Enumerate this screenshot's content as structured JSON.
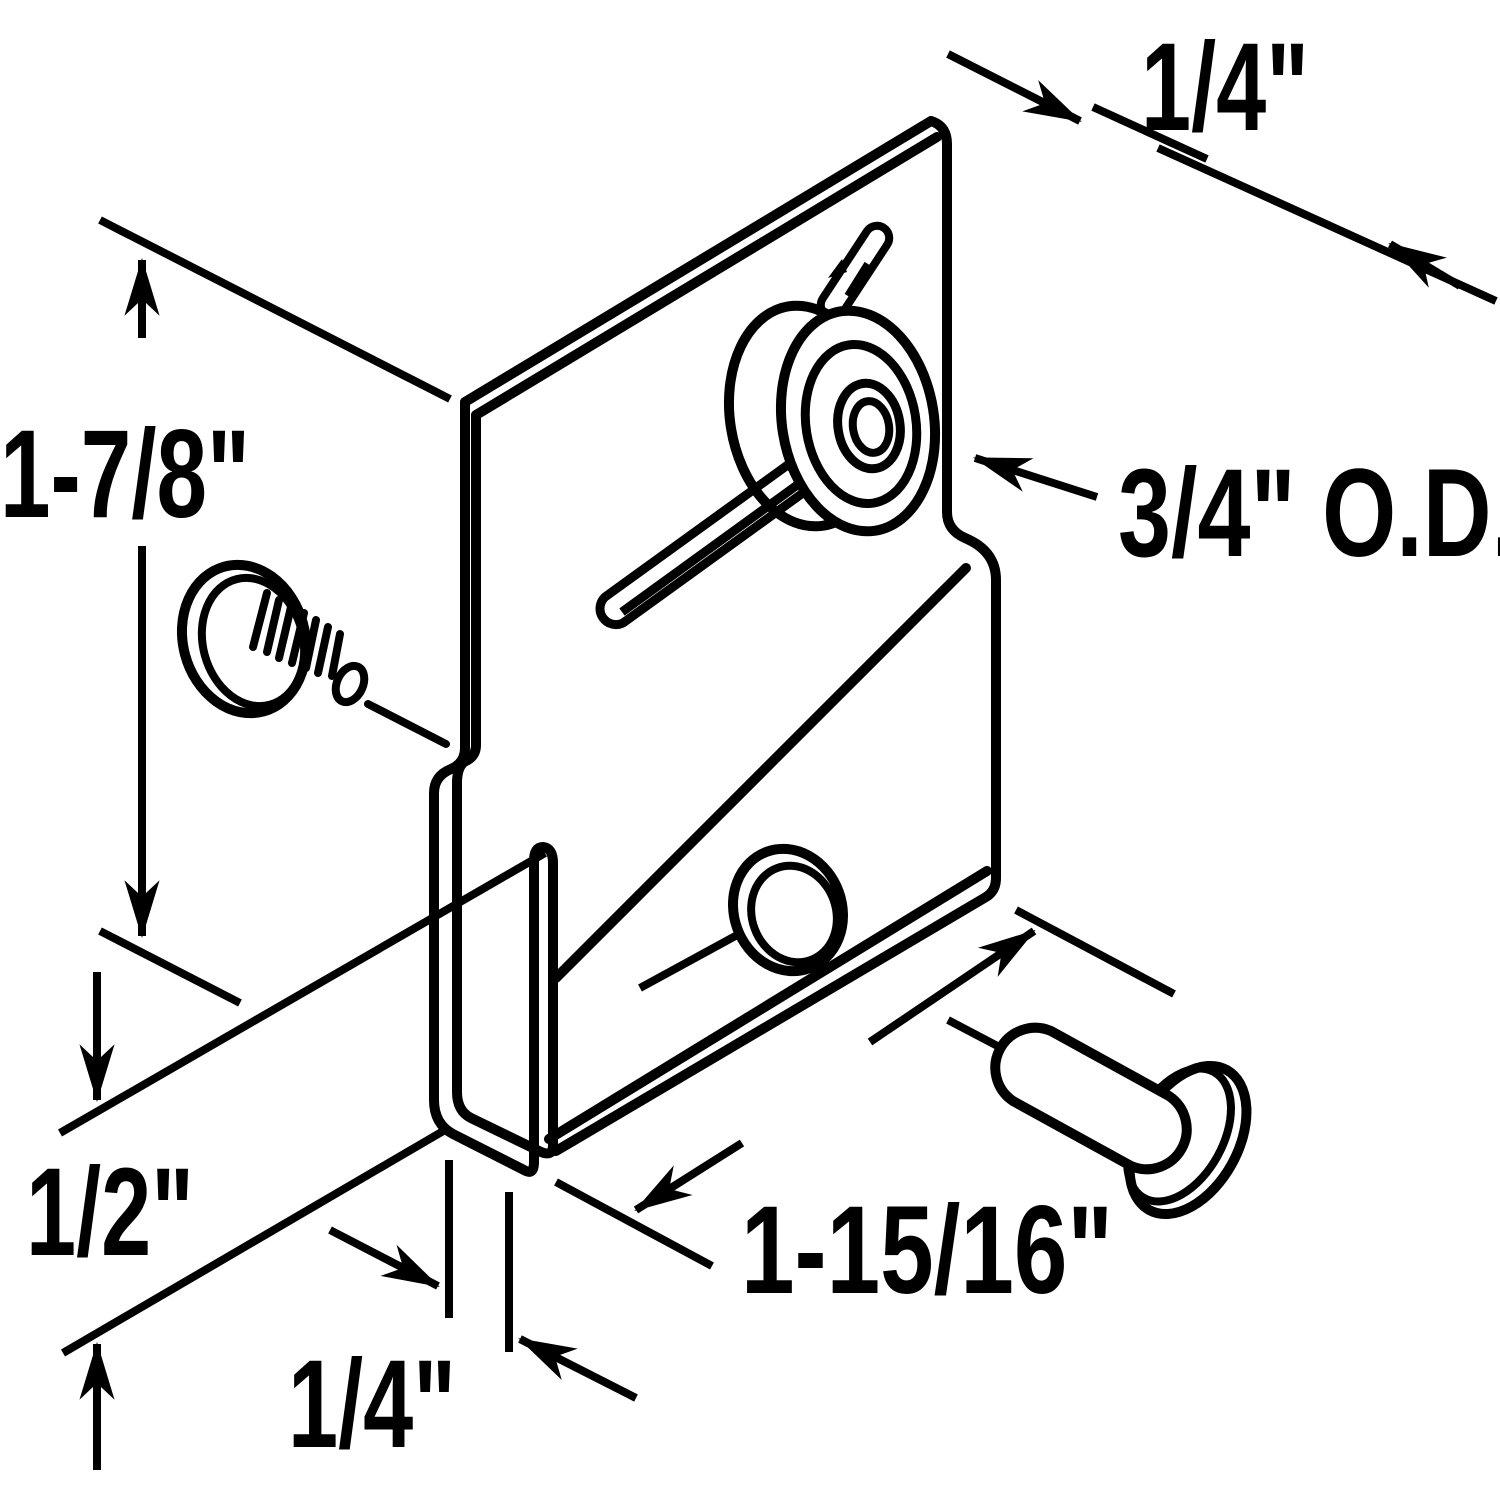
{
  "diagram": {
    "description": "Isometric technical line drawing of a sliding closet door roller bracket assembly with dimension callouts",
    "background_color": "#ffffff",
    "line_color": "#000000",
    "dimensions": {
      "roller_offset": "1/4\"",
      "roller_outer_diameter": "3/4\" O.D.",
      "bracket_height": "1-7/8\"",
      "lip_depth": "1/2\"",
      "bracket_width": "1-15/16\"",
      "channel_width": "1/4\""
    },
    "parts": [
      "back-plate",
      "roller-wheel",
      "cotter-pin",
      "adjustment-slot-arm",
      "mounting-hole",
      "machine-screw",
      "rivet",
      "hook-channel"
    ]
  }
}
